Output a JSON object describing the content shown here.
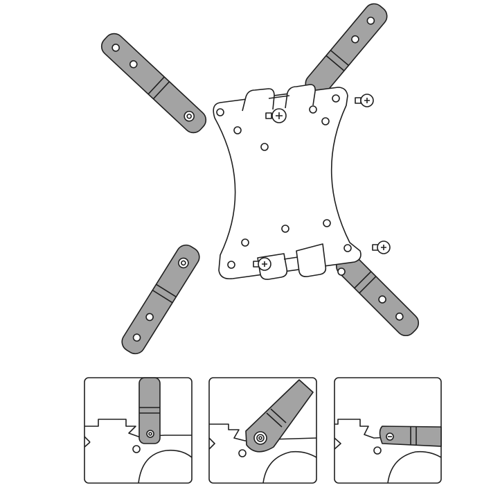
{
  "colors": {
    "bracket_fill": "#a3a3a3",
    "plate_fill": "#ffffff",
    "stroke": "#1e1e1e",
    "background": "#ffffff"
  },
  "detail_panels": [
    "top-arm-attach",
    "diagonal-arm-attach",
    "horizontal-arm-attach"
  ]
}
